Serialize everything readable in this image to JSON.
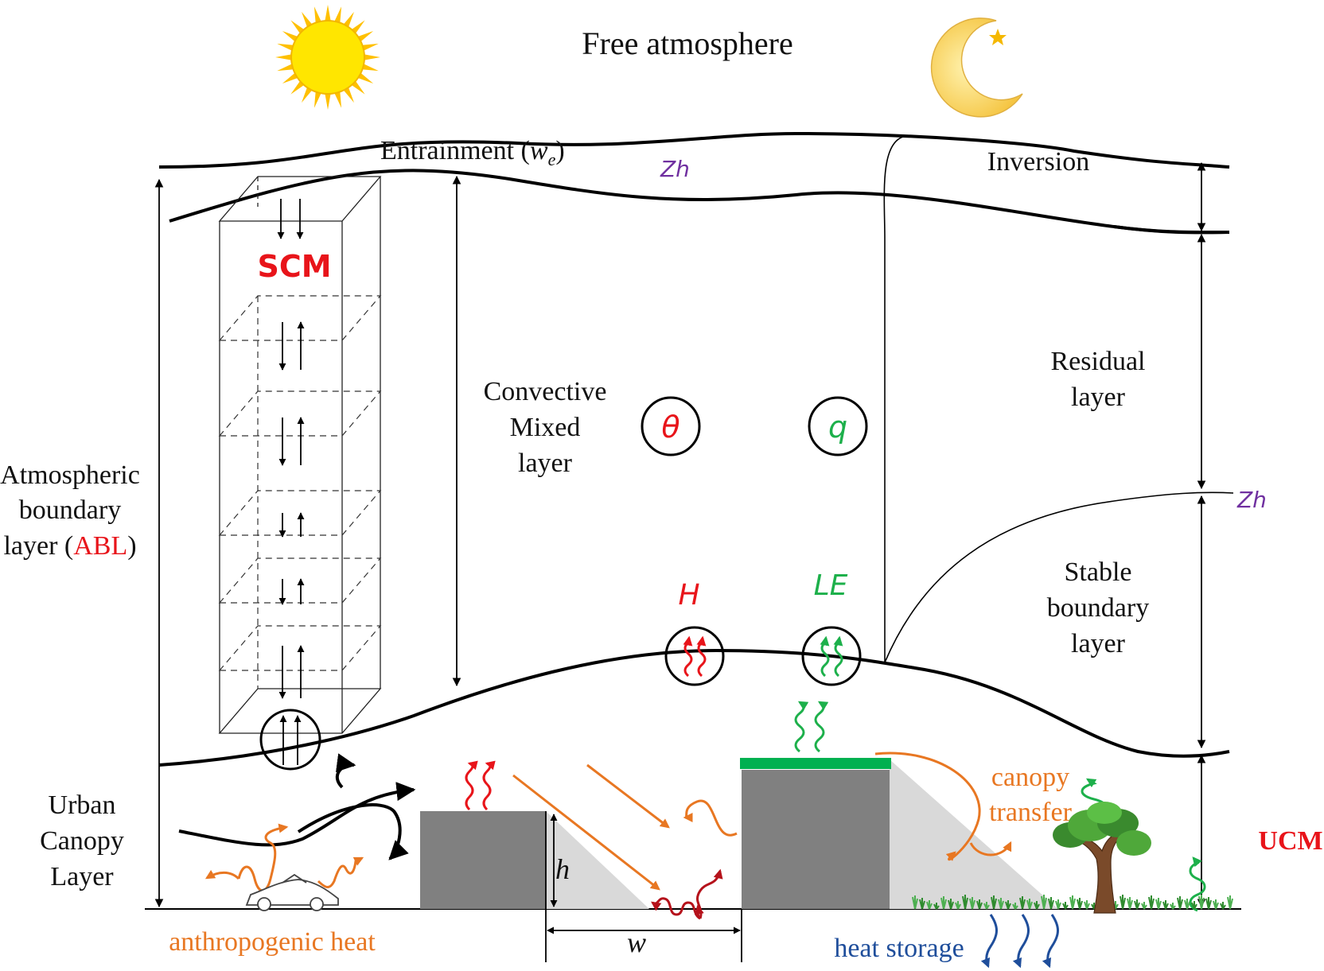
{
  "title": "Free atmosphere",
  "labels": {
    "entrainment": "Entrainment (",
    "entrainment_var": "w",
    "entrainment_sub": "e",
    "entrainment_close": ")",
    "zh_top": "Zh",
    "zh_right": "Zh",
    "inversion": "Inversion",
    "scm": "SCM",
    "convective": [
      "Convective",
      "Mixed",
      "layer"
    ],
    "theta": "θ",
    "q": "q",
    "residual": [
      "Residual",
      "layer"
    ],
    "abl": [
      "Atmospheric",
      "boundary",
      "layer (",
      "ABL",
      ")"
    ],
    "stable": [
      "Stable",
      "boundary",
      "layer"
    ],
    "H": "H",
    "LE": "LE",
    "urban_canopy": [
      "Urban",
      "Canopy",
      "Layer"
    ],
    "canopy_transfer": [
      "canopy",
      "transfer"
    ],
    "ucm": "UCM",
    "h": "h",
    "w": "w",
    "anthropogenic_heat": "anthropogenic heat",
    "heat_storage": "heat storage"
  },
  "colors": {
    "red": "#E8141A",
    "dark_red": "#B5121B",
    "green": "#1DB04B",
    "orange": "#E87722",
    "blue": "#1F4E9B",
    "purple": "#7030A0",
    "building": "#808080",
    "shadow": "#D9D9D9",
    "green_roof": "#00B050",
    "sun": "#FFE600",
    "moon": "#FFE07A"
  },
  "icons": [
    "sun-icon",
    "moon-icon",
    "car-icon",
    "tree-icon"
  ]
}
